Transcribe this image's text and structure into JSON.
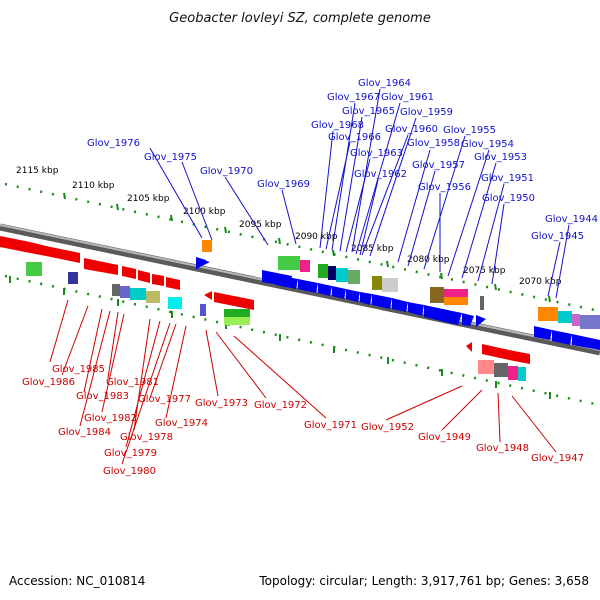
{
  "title": "Geobacter lovleyi SZ, complete genome",
  "footer": {
    "accession": "Accession: NC_010814",
    "topology": "Topology: circular; Length: 3,917,761 bp; Genes: 3,658"
  },
  "kbp_ticks": [
    "2115 kbp",
    "2110 kbp",
    "2105 kbp",
    "2100 kbp",
    "2095 kbp",
    "2090 kbp",
    "2085 kbp",
    "2080 kbp",
    "2075 kbp",
    "2070 kbp"
  ],
  "forward_labels": [
    "Glov_1964",
    "Glov_1967",
    "Glov_1961",
    "Glov_1965",
    "Glov_1959",
    "Glov_1968",
    "Glov_1960",
    "Glov_1955",
    "Glov_1966",
    "Glov_1958",
    "Glov_1954",
    "Glov_1976",
    "Glov_1963",
    "Glov_1975",
    "Glov_1957",
    "Glov_1953",
    "Glov_1970",
    "Glov_1962",
    "Glov_1951",
    "Glov_1969",
    "Glov_1956",
    "Glov_1950",
    "Glov_1944",
    "Glov_1945"
  ],
  "reverse_labels": [
    "Glov_1985",
    "Glov_1986",
    "Glov_1981",
    "Glov_1983",
    "Glov_1977",
    "Glov_1973",
    "Glov_1972",
    "Glov_1982",
    "Glov_1974",
    "Glov_1984",
    "Glov_1978",
    "Glov_1971",
    "Glov_1952",
    "Glov_1949",
    "Glov_1979",
    "Glov_1948",
    "Glov_1947",
    "Glov_1980"
  ],
  "colors": {
    "forward": "#0000ee",
    "reverse": "#ee0000",
    "backbone": "#888888",
    "tick": "#228822"
  }
}
